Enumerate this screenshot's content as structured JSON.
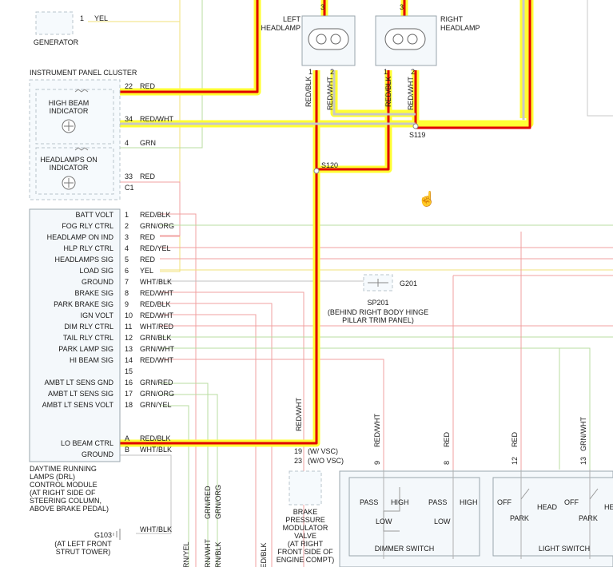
{
  "generator": {
    "label": "GENERATOR",
    "pin": "1",
    "wire": "YEL"
  },
  "left_headlamp": {
    "label1": "LEFT",
    "label2": "HEADLAMP",
    "top_pin": "3",
    "pin1": "1",
    "pin2": "2",
    "wire1": "RED/BLK",
    "wire2": "RED/WHT"
  },
  "right_headlamp": {
    "label1": "RIGHT",
    "label2": "HEADLAMP",
    "top_pin": "3",
    "pin1": "1",
    "pin2": "2",
    "wire1": "RED/BLK",
    "wire2": "RED/WHT"
  },
  "splices": {
    "s119": "S119",
    "s120": "S120"
  },
  "cluster": {
    "title": "INSTRUMENT PANEL CLUSTER",
    "high_beam_1": "HIGH BEAM",
    "high_beam_2": "INDICATOR",
    "headlamps_on_1": "HEADLAMPS ON",
    "headlamps_on_2": "INDICATOR",
    "connector": "C1",
    "pins": [
      {
        "pin": "22",
        "wire": "RED"
      },
      {
        "pin": "34",
        "wire": "RED/WHT"
      },
      {
        "pin": "4",
        "wire": "GRN"
      },
      {
        "pin": "33",
        "wire": "RED"
      }
    ]
  },
  "drl": {
    "pins": [
      {
        "name": "BATT VOLT",
        "pin": "1",
        "wire": "RED/BLK"
      },
      {
        "name": "FOG RLY CTRL",
        "pin": "2",
        "wire": "GRN/ORG"
      },
      {
        "name": "HEADLAMP ON IND",
        "pin": "3",
        "wire": "RED"
      },
      {
        "name": "HLP RLY CTRL",
        "pin": "4",
        "wire": "RED/YEL"
      },
      {
        "name": "HEADLAMPS SIG",
        "pin": "5",
        "wire": "RED"
      },
      {
        "name": "LOAD SIG",
        "pin": "6",
        "wire": "YEL"
      },
      {
        "name": "GROUND",
        "pin": "7",
        "wire": "WHT/BLK"
      },
      {
        "name": "BRAKE SIG",
        "pin": "8",
        "wire": "RED/WHT"
      },
      {
        "name": "PARK BRAKE SIG",
        "pin": "9",
        "wire": "RED/BLK"
      },
      {
        "name": "IGN VOLT",
        "pin": "10",
        "wire": "RED/WHT"
      },
      {
        "name": "DIM RLY CTRL",
        "pin": "11",
        "wire": "WHT/RED"
      },
      {
        "name": "TAIL RLY CTRL",
        "pin": "12",
        "wire": "GRN/BLK"
      },
      {
        "name": "PARK LAMP SIG",
        "pin": "13",
        "wire": "GRN/WHT"
      },
      {
        "name": "HI BEAM SIG",
        "pin": "14",
        "wire": "RED/WHT"
      },
      {
        "name": "",
        "pin": "15",
        "wire": ""
      },
      {
        "name": "AMBT LT SENS GND",
        "pin": "16",
        "wire": "GRN/RED"
      },
      {
        "name": "AMBT LT SENS SIG",
        "pin": "17",
        "wire": "GRN/ORG"
      },
      {
        "name": "AMBT LT SENS VOLT",
        "pin": "18",
        "wire": "GRN/YEL"
      }
    ],
    "lo_beam": {
      "name": "LO BEAM CTRL",
      "pin": "A",
      "wire": "RED/BLK"
    },
    "ground": {
      "name": "GROUND",
      "pin": "B",
      "wire": "WHT/BLK"
    },
    "desc": [
      "DAYTIME RUNNING",
      "LAMPS (DRL)",
      "CONTROL MODULE",
      "(AT RIGHT SIDE OF",
      "STEERING COLUMN,",
      "ABOVE BRAKE PEDAL)"
    ]
  },
  "g201": {
    "label": "G201",
    "sp": "SP201",
    "desc1": "(BEHIND RIGHT BODY HINGE",
    "desc2": "PILLAR TRIM PANEL)"
  },
  "g103": {
    "label": "G103",
    "wire": "WHT/BLK",
    "desc1": "(AT LEFT FRONT",
    "desc2": "STRUT TOWER)"
  },
  "vsc": {
    "pin19": "19",
    "pin23": "23",
    "w_vsc": "(W/ VSC)",
    "wo_vsc": "(W/O VSC)",
    "wire": "RED/WHT"
  },
  "brake_valve": {
    "lines": [
      "BRAKE",
      "PRESSURE",
      "MODULATOR",
      "VALVE",
      "(AT RIGHT",
      "FRONT SIDE OF",
      "ENGINE COMPT)"
    ]
  },
  "bottom_wires": {
    "w1": "GRN/RED",
    "w2": "GRN/ORG",
    "w3": "GRN/YEL",
    "w4": "GRN/WHT",
    "w5": "GRN/BLK",
    "w6": "RED/BLK"
  },
  "dimmer": {
    "title": "DIMMER SWITCH",
    "pass1": "PASS",
    "high1": "HIGH",
    "pass2": "PASS",
    "high2": "HIGH",
    "low1": "LOW",
    "low2": "LOW",
    "pin_a": "9",
    "pin_b": "8",
    "wire_a": "RED/WHT",
    "wire_b": "RED"
  },
  "light_switch": {
    "title": "LIGHT SWITCH",
    "off1": "OFF",
    "head1": "HEAD",
    "off2": "OFF",
    "head2": "HE",
    "park1": "PARK",
    "park2": "PARK",
    "pin_a": "12",
    "pin_b": "13",
    "wire_a": "RED",
    "wire_b": "GRN/WHT"
  },
  "colors": {
    "highlight": "#ffff33",
    "circuit_red": "#e00000",
    "wire_red": "#f0a0a0",
    "wire_green": "#b8dca0",
    "wire_yellow": "#f2e27a"
  }
}
